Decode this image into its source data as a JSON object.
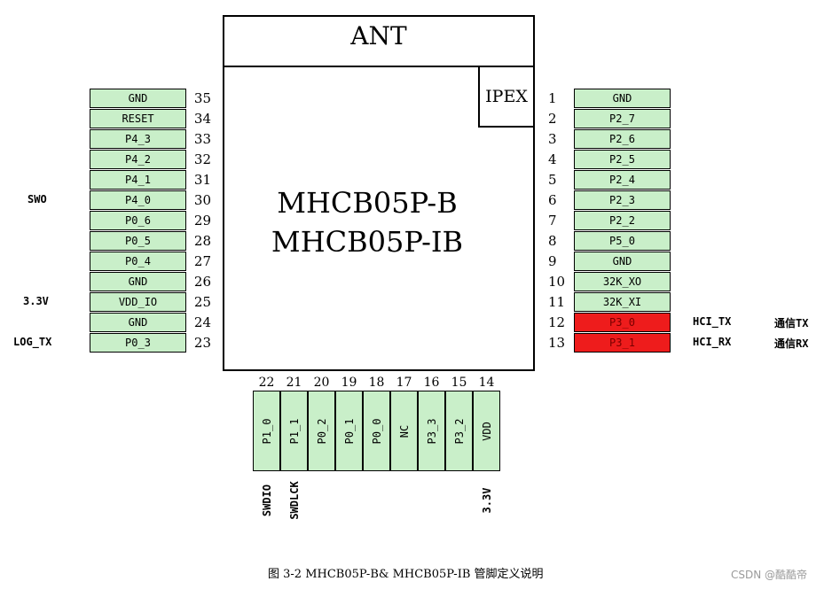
{
  "module": {
    "antenna_label": "ANT",
    "ipex_label": "IPEX",
    "name_line1": "MHCB05P-B",
    "name_line2": "MHCB05P-IB"
  },
  "left_pins": [
    {
      "number": "35",
      "name": "GND",
      "note": ""
    },
    {
      "number": "34",
      "name": "RESET",
      "note": ""
    },
    {
      "number": "33",
      "name": "P4_3",
      "note": ""
    },
    {
      "number": "32",
      "name": "P4_2",
      "note": ""
    },
    {
      "number": "31",
      "name": "P4_1",
      "note": ""
    },
    {
      "number": "30",
      "name": "P4_0",
      "note": "SWO"
    },
    {
      "number": "29",
      "name": "P0_6",
      "note": ""
    },
    {
      "number": "28",
      "name": "P0_5",
      "note": ""
    },
    {
      "number": "27",
      "name": "P0_4",
      "note": ""
    },
    {
      "number": "26",
      "name": "GND",
      "note": ""
    },
    {
      "number": "25",
      "name": "VDD_IO",
      "note": "3.3V"
    },
    {
      "number": "24",
      "name": "GND",
      "note": ""
    },
    {
      "number": "23",
      "name": "P0_3",
      "note": "LOG_TX"
    }
  ],
  "right_pins": [
    {
      "number": "1",
      "name": "GND",
      "note": "",
      "note2": "",
      "highlight": false
    },
    {
      "number": "2",
      "name": "P2_7",
      "note": "",
      "note2": "",
      "highlight": false
    },
    {
      "number": "3",
      "name": "P2_6",
      "note": "",
      "note2": "",
      "highlight": false
    },
    {
      "number": "4",
      "name": "P2_5",
      "note": "",
      "note2": "",
      "highlight": false
    },
    {
      "number": "5",
      "name": "P2_4",
      "note": "",
      "note2": "",
      "highlight": false
    },
    {
      "number": "6",
      "name": "P2_3",
      "note": "",
      "note2": "",
      "highlight": false
    },
    {
      "number": "7",
      "name": "P2_2",
      "note": "",
      "note2": "",
      "highlight": false
    },
    {
      "number": "8",
      "name": "P5_0",
      "note": "",
      "note2": "",
      "highlight": false
    },
    {
      "number": "9",
      "name": "GND",
      "note": "",
      "note2": "",
      "highlight": false
    },
    {
      "number": "10",
      "name": "32K_XO",
      "note": "",
      "note2": "",
      "highlight": false
    },
    {
      "number": "11",
      "name": "32K_XI",
      "note": "",
      "note2": "",
      "highlight": false
    },
    {
      "number": "12",
      "name": "P3_0",
      "note": "HCI_TX",
      "note2": "通信TX",
      "highlight": true
    },
    {
      "number": "13",
      "name": "P3_1",
      "note": "HCI_RX",
      "note2": "通信RX",
      "highlight": true
    }
  ],
  "bottom_pins": [
    {
      "number": "22",
      "name": "P1_0",
      "note": "SWDIO"
    },
    {
      "number": "21",
      "name": "P1_1",
      "note": "SWDLCK"
    },
    {
      "number": "20",
      "name": "P0_2",
      "note": ""
    },
    {
      "number": "19",
      "name": "P0_1",
      "note": ""
    },
    {
      "number": "18",
      "name": "P0_0",
      "note": ""
    },
    {
      "number": "17",
      "name": "NC",
      "note": ""
    },
    {
      "number": "16",
      "name": "P3_3",
      "note": ""
    },
    {
      "number": "15",
      "name": "P3_2",
      "note": ""
    },
    {
      "number": "14",
      "name": "VDD",
      "note": "3.3V"
    }
  ],
  "caption": "图 3-2 MHCB05P-B& MHCB05P-IB 管脚定义说明",
  "watermark": "CSDN @酷酷帝",
  "colors": {
    "pin_fill": "#c9efc9",
    "highlight_fill": "#ee1c1c"
  }
}
